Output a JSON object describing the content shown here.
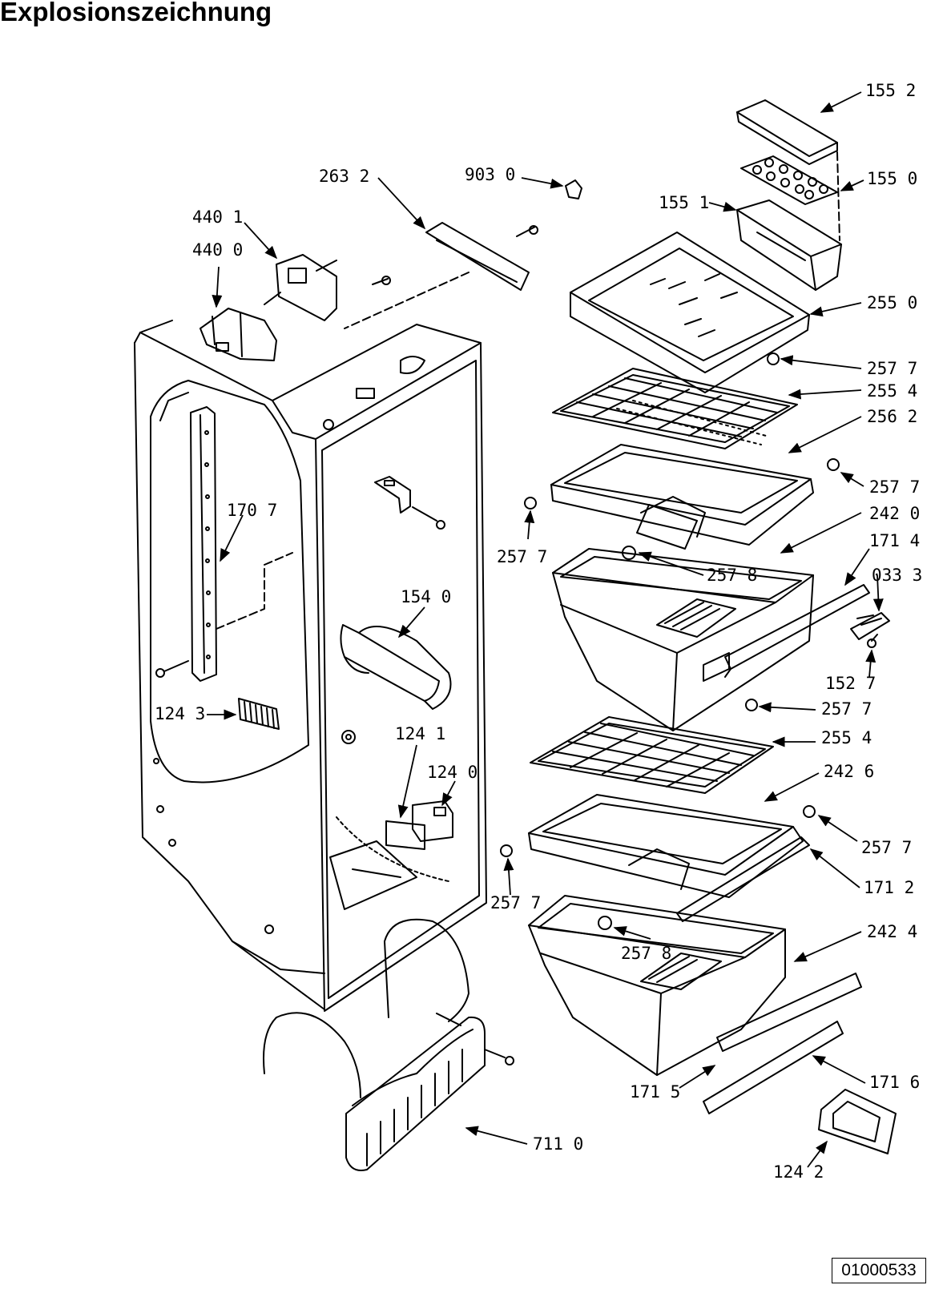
{
  "title": "Explosionszeichnung",
  "doc_number": "01000533",
  "callouts": [
    {
      "id": "c1552",
      "label": "155 2"
    },
    {
      "id": "c1550",
      "label": "155 0"
    },
    {
      "id": "c1551",
      "label": "155 1"
    },
    {
      "id": "c9030",
      "label": "903 0"
    },
    {
      "id": "c2632",
      "label": "263 2"
    },
    {
      "id": "c4401",
      "label": "440 1"
    },
    {
      "id": "c4400",
      "label": "440 0"
    },
    {
      "id": "c2550",
      "label": "255 0"
    },
    {
      "id": "c2577a",
      "label": "257 7"
    },
    {
      "id": "c2554a",
      "label": "255 4"
    },
    {
      "id": "c2562",
      "label": "256 2"
    },
    {
      "id": "c2577b",
      "label": "257 7"
    },
    {
      "id": "c2577c",
      "label": "257 7"
    },
    {
      "id": "c2420",
      "label": "242 0"
    },
    {
      "id": "c1714",
      "label": "171 4"
    },
    {
      "id": "c2578a",
      "label": "257 8"
    },
    {
      "id": "c0333",
      "label": "033 3"
    },
    {
      "id": "c1707",
      "label": "170 7"
    },
    {
      "id": "c1540",
      "label": "154 0"
    },
    {
      "id": "c1527",
      "label": "152 7"
    },
    {
      "id": "c2577d",
      "label": "257 7"
    },
    {
      "id": "c1243",
      "label": "124 3"
    },
    {
      "id": "c1241",
      "label": "124 1"
    },
    {
      "id": "c2554b",
      "label": "255 4"
    },
    {
      "id": "c1240",
      "label": "124 0"
    },
    {
      "id": "c2426",
      "label": "242 6"
    },
    {
      "id": "c2577e",
      "label": "257 7"
    },
    {
      "id": "c2577f",
      "label": "257 7"
    },
    {
      "id": "c1712",
      "label": "171 2"
    },
    {
      "id": "c2578b",
      "label": "257 8"
    },
    {
      "id": "c2424",
      "label": "242 4"
    },
    {
      "id": "c1715",
      "label": "171 5"
    },
    {
      "id": "c1716",
      "label": "171 6"
    },
    {
      "id": "c7110",
      "label": "711 0"
    },
    {
      "id": "c1242",
      "label": "124 2"
    }
  ]
}
